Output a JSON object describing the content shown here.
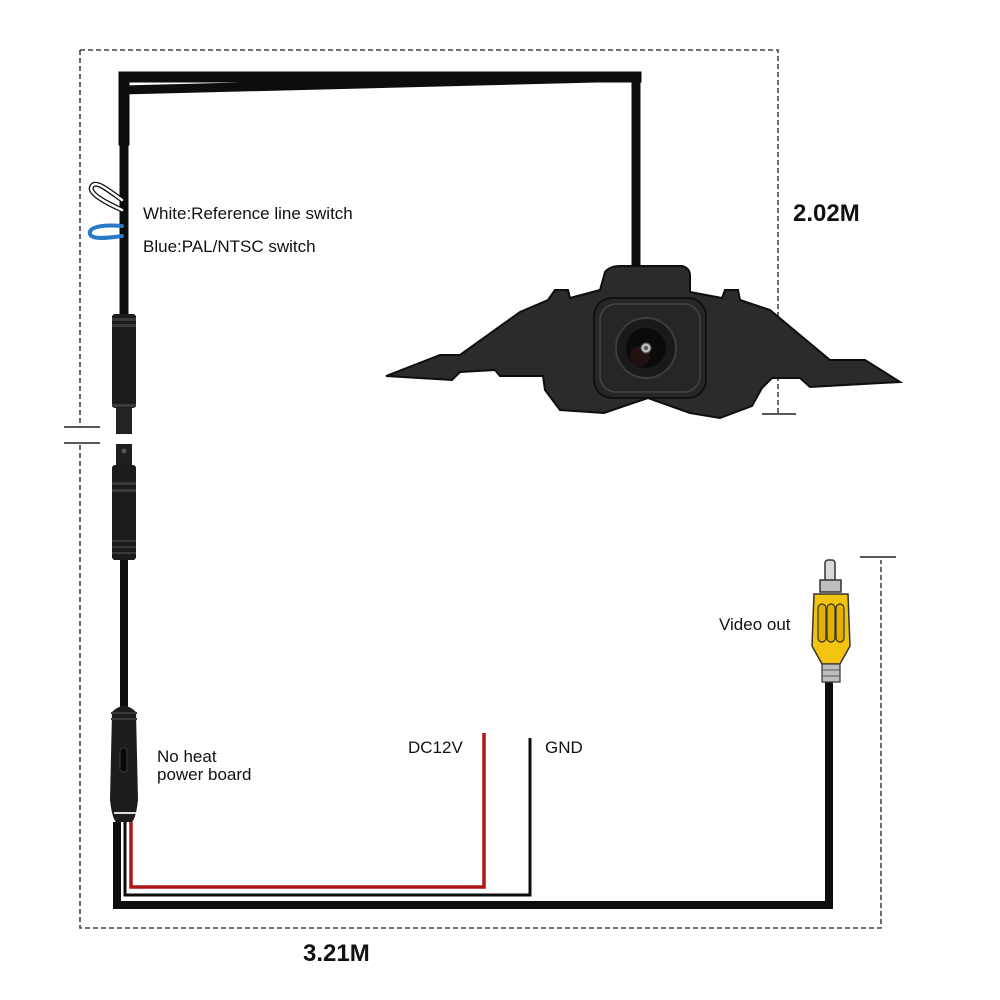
{
  "diagram": {
    "title": "Front camera wiring diagram",
    "labels": {
      "white_wire": "White:Reference line switch",
      "blue_wire": "Blue:PAL/NTSC switch",
      "cable_length_upper": "2.02M",
      "cable_length_lower": "3.21M",
      "video_out": "Video out",
      "power_board": "No heat\npower board",
      "dc12v": "DC12V",
      "gnd": "GND"
    },
    "colors": {
      "cable": "#0d0d0d",
      "power_red": "#b01515",
      "wire_blue": "#2a78c8",
      "rca_yellow": "#f2c30f",
      "camera_body": "#2b2b2b",
      "dashed_dimension": "#444444"
    },
    "components": [
      {
        "id": "camera",
        "name": "Front camera with mounting bracket"
      },
      {
        "id": "connector-upper",
        "name": "4-pin aviation connector (male/female)"
      },
      {
        "id": "power-board",
        "name": "No heat power board"
      },
      {
        "id": "rca-plug",
        "name": "Yellow RCA video out plug"
      },
      {
        "id": "switch-wires",
        "name": "White and blue switch loop wires"
      }
    ]
  }
}
